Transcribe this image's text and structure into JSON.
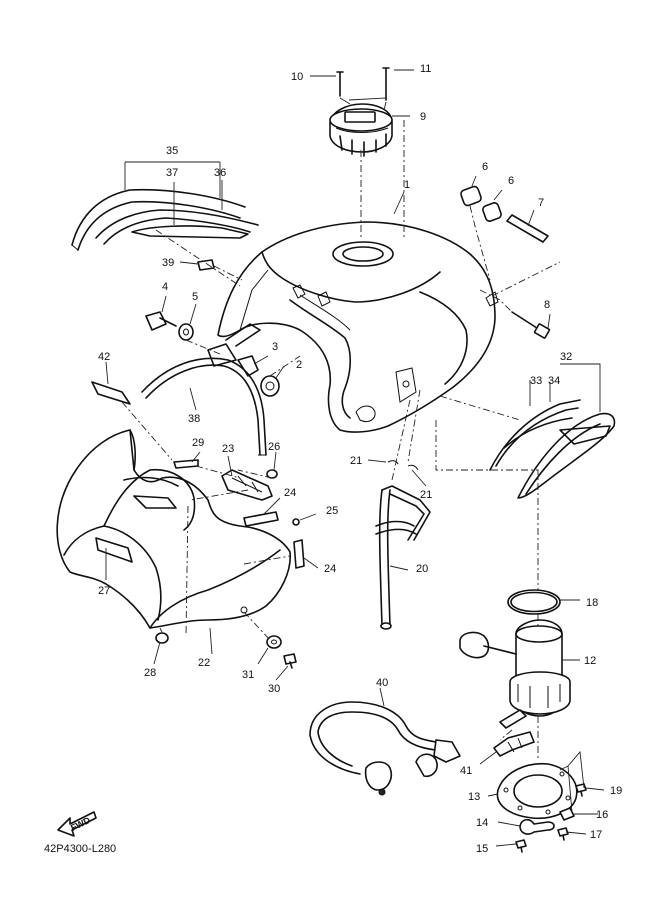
{
  "diagram": {
    "code": "42P4300-L280",
    "fwd_label": "FWD",
    "callouts": [
      {
        "id": "c1",
        "label": "1"
      },
      {
        "id": "c2",
        "label": "2"
      },
      {
        "id": "c3",
        "label": "3"
      },
      {
        "id": "c4",
        "label": "4"
      },
      {
        "id": "c5",
        "label": "5"
      },
      {
        "id": "c6a",
        "label": "6"
      },
      {
        "id": "c6b",
        "label": "6"
      },
      {
        "id": "c7",
        "label": "7"
      },
      {
        "id": "c8",
        "label": "8"
      },
      {
        "id": "c9",
        "label": "9"
      },
      {
        "id": "c10",
        "label": "10"
      },
      {
        "id": "c11",
        "label": "11"
      },
      {
        "id": "c12",
        "label": "12"
      },
      {
        "id": "c13",
        "label": "13"
      },
      {
        "id": "c14",
        "label": "14"
      },
      {
        "id": "c15",
        "label": "15"
      },
      {
        "id": "c16",
        "label": "16"
      },
      {
        "id": "c17",
        "label": "17"
      },
      {
        "id": "c18",
        "label": "18"
      },
      {
        "id": "c19",
        "label": "19"
      },
      {
        "id": "c20",
        "label": "20"
      },
      {
        "id": "c21a",
        "label": "21"
      },
      {
        "id": "c21b",
        "label": "21"
      },
      {
        "id": "c22",
        "label": "22"
      },
      {
        "id": "c23",
        "label": "23"
      },
      {
        "id": "c24a",
        "label": "24"
      },
      {
        "id": "c24b",
        "label": "24"
      },
      {
        "id": "c25",
        "label": "25"
      },
      {
        "id": "c26",
        "label": "26"
      },
      {
        "id": "c27",
        "label": "27"
      },
      {
        "id": "c28",
        "label": "28"
      },
      {
        "id": "c29",
        "label": "29"
      },
      {
        "id": "c30",
        "label": "30"
      },
      {
        "id": "c31",
        "label": "31"
      },
      {
        "id": "c32",
        "label": "32"
      },
      {
        "id": "c33",
        "label": "33"
      },
      {
        "id": "c34",
        "label": "34"
      },
      {
        "id": "c35",
        "label": "35"
      },
      {
        "id": "c36",
        "label": "36"
      },
      {
        "id": "c37",
        "label": "37"
      },
      {
        "id": "c38",
        "label": "38"
      },
      {
        "id": "c39",
        "label": "39"
      },
      {
        "id": "c40",
        "label": "40"
      },
      {
        "id": "c41",
        "label": "41"
      },
      {
        "id": "c42",
        "label": "42"
      }
    ]
  }
}
